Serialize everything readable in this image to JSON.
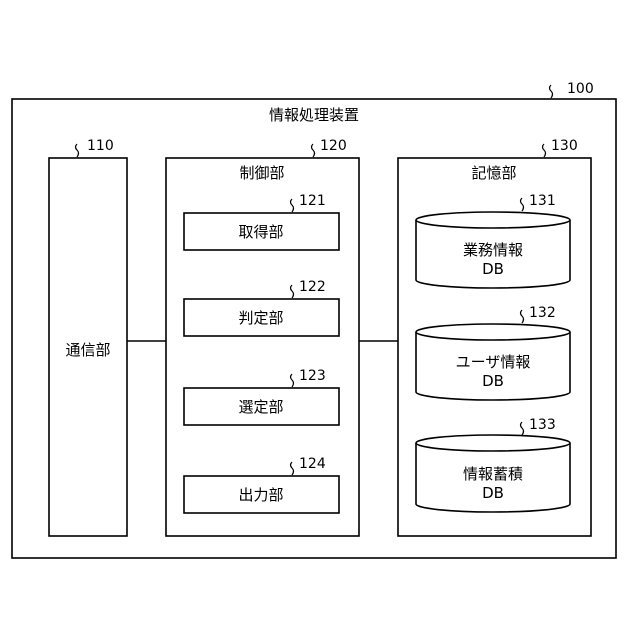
{
  "device": {
    "title": "情報処理装置",
    "ref": "100"
  },
  "comm": {
    "label": "通信部",
    "ref": "110"
  },
  "control": {
    "label": "制御部",
    "ref": "120",
    "units": [
      {
        "label": "取得部",
        "ref": "121"
      },
      {
        "label": "判定部",
        "ref": "122"
      },
      {
        "label": "選定部",
        "ref": "123"
      },
      {
        "label": "出力部",
        "ref": "124"
      }
    ]
  },
  "storage": {
    "label": "記憶部",
    "ref": "130",
    "dbs": [
      {
        "name": "業務情報",
        "suffix": "DB",
        "ref": "131"
      },
      {
        "name": "ユーザ情報",
        "suffix": "DB",
        "ref": "132"
      },
      {
        "name": "情報蓄積",
        "suffix": "DB",
        "ref": "133"
      }
    ]
  }
}
